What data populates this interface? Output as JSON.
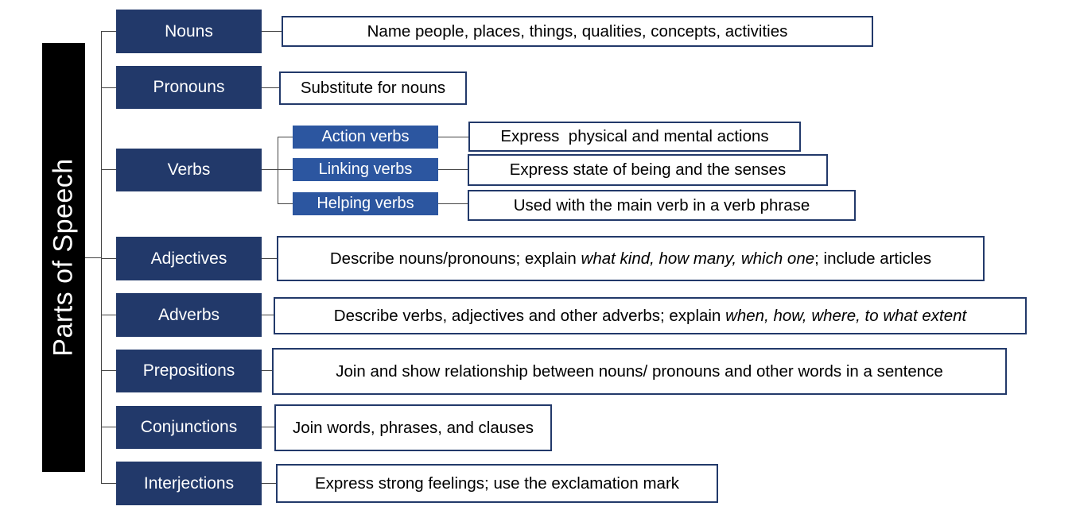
{
  "root": {
    "label": "Parts of Speech"
  },
  "categories": [
    {
      "label": "Nouns",
      "description": "Name people, places, things, qualities, concepts, activities"
    },
    {
      "label": "Pronouns",
      "description": "Substitute for nouns"
    },
    {
      "label": "Verbs",
      "subtypes": [
        {
          "label": "Action verbs",
          "description": "Express  physical and mental actions"
        },
        {
          "label": "Linking verbs",
          "description": "Express state of being and the senses"
        },
        {
          "label": "Helping verbs",
          "description": "Used with the main verb in a verb phrase"
        }
      ]
    },
    {
      "label": "Adjectives",
      "description_pre": "Describe nouns/pronouns; explain ",
      "description_em": "what kind, how many, which one",
      "description_post": "; include articles"
    },
    {
      "label": "Adverbs",
      "description_pre": "Describe verbs, adjectives and other adverbs; explain ",
      "description_em": "when, how, where, to what extent"
    },
    {
      "label": "Prepositions",
      "description": "Join and show relationship between nouns/ pronouns and other words in a sentence"
    },
    {
      "label": "Conjunctions",
      "description": "Join words, phrases, and clauses"
    },
    {
      "label": "Interjections",
      "description": "Express strong feelings; use the exclamation mark"
    }
  ],
  "colors": {
    "category_fill": "#22396a",
    "subtype_fill": "#2c56a0",
    "root_fill": "#000000",
    "border": "#22396a"
  }
}
